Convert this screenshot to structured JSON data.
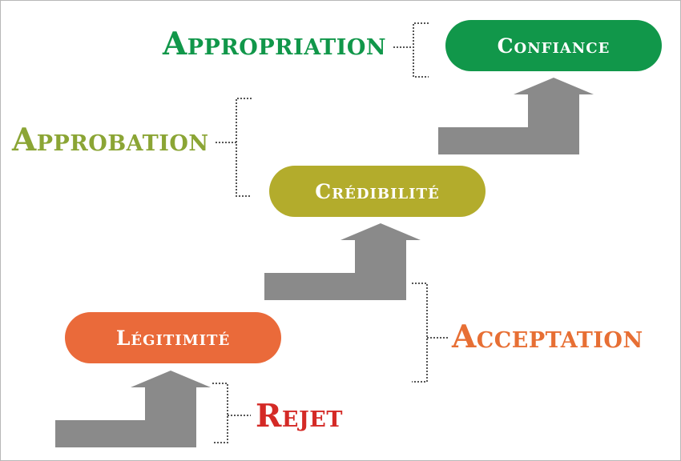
{
  "stages": {
    "legitimite": {
      "label": "Légitimité",
      "color": "#ea6a3a"
    },
    "credibilite": {
      "label": "Crédibilité",
      "color": "#b3ac2c"
    },
    "confiance": {
      "label": "Confiance",
      "color": "#11974a"
    }
  },
  "levels": {
    "rejet": {
      "label": "Rejet",
      "color": "#d42a26"
    },
    "acceptation": {
      "label": "Acceptation",
      "color": "#e76f34"
    },
    "approbation": {
      "label": "Approbation",
      "color": "#8ba535"
    },
    "appropriation": {
      "label": "Appropriation",
      "color": "#11974a"
    }
  },
  "arrow_color": "#8a8a8a",
  "bracket_color": "#555555"
}
